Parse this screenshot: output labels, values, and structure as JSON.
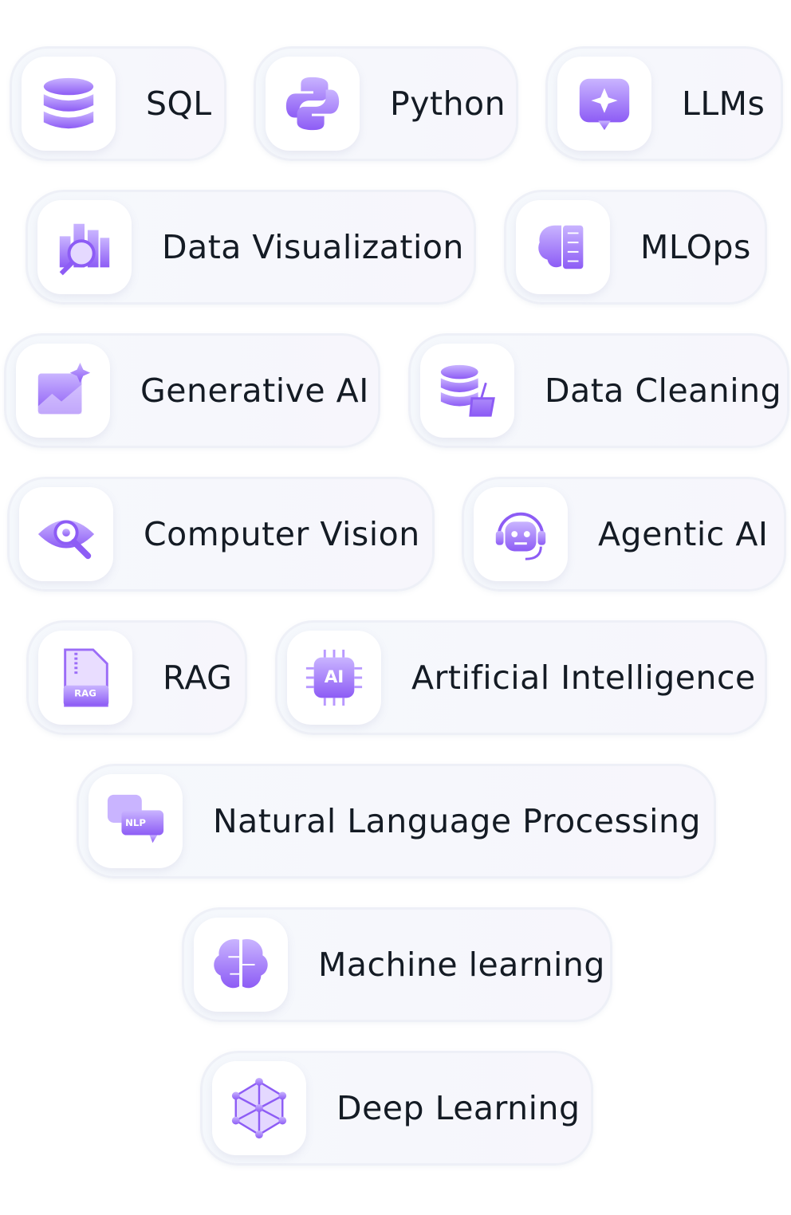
{
  "accent": "#9b6cf7",
  "skills": [
    {
      "label": "SQL",
      "icon": "database-icon"
    },
    {
      "label": "Python",
      "icon": "python-icon"
    },
    {
      "label": "LLMs",
      "icon": "sparkle-chat-icon"
    },
    {
      "label": "Data Visualization",
      "icon": "chart-magnifier-icon"
    },
    {
      "label": "MLOps",
      "icon": "brain-circuit-icon"
    },
    {
      "label": "Generative AI",
      "icon": "sparkle-chart-icon"
    },
    {
      "label": "Data Cleaning",
      "icon": "database-broom-icon"
    },
    {
      "label": "Computer Vision",
      "icon": "eye-search-icon"
    },
    {
      "label": "Agentic AI",
      "icon": "robot-headset-icon"
    },
    {
      "label": "RAG",
      "icon": "rag-file-icon",
      "badge": "RAG"
    },
    {
      "label": "Artificial Intelligence",
      "icon": "ai-chip-icon",
      "badge": "AI"
    },
    {
      "label": "Natural Language Processing",
      "icon": "nlp-chat-icon",
      "badge": "NLP"
    },
    {
      "label": "Machine learning",
      "icon": "brain-icon"
    },
    {
      "label": "Deep Learning",
      "icon": "network-icon"
    }
  ]
}
